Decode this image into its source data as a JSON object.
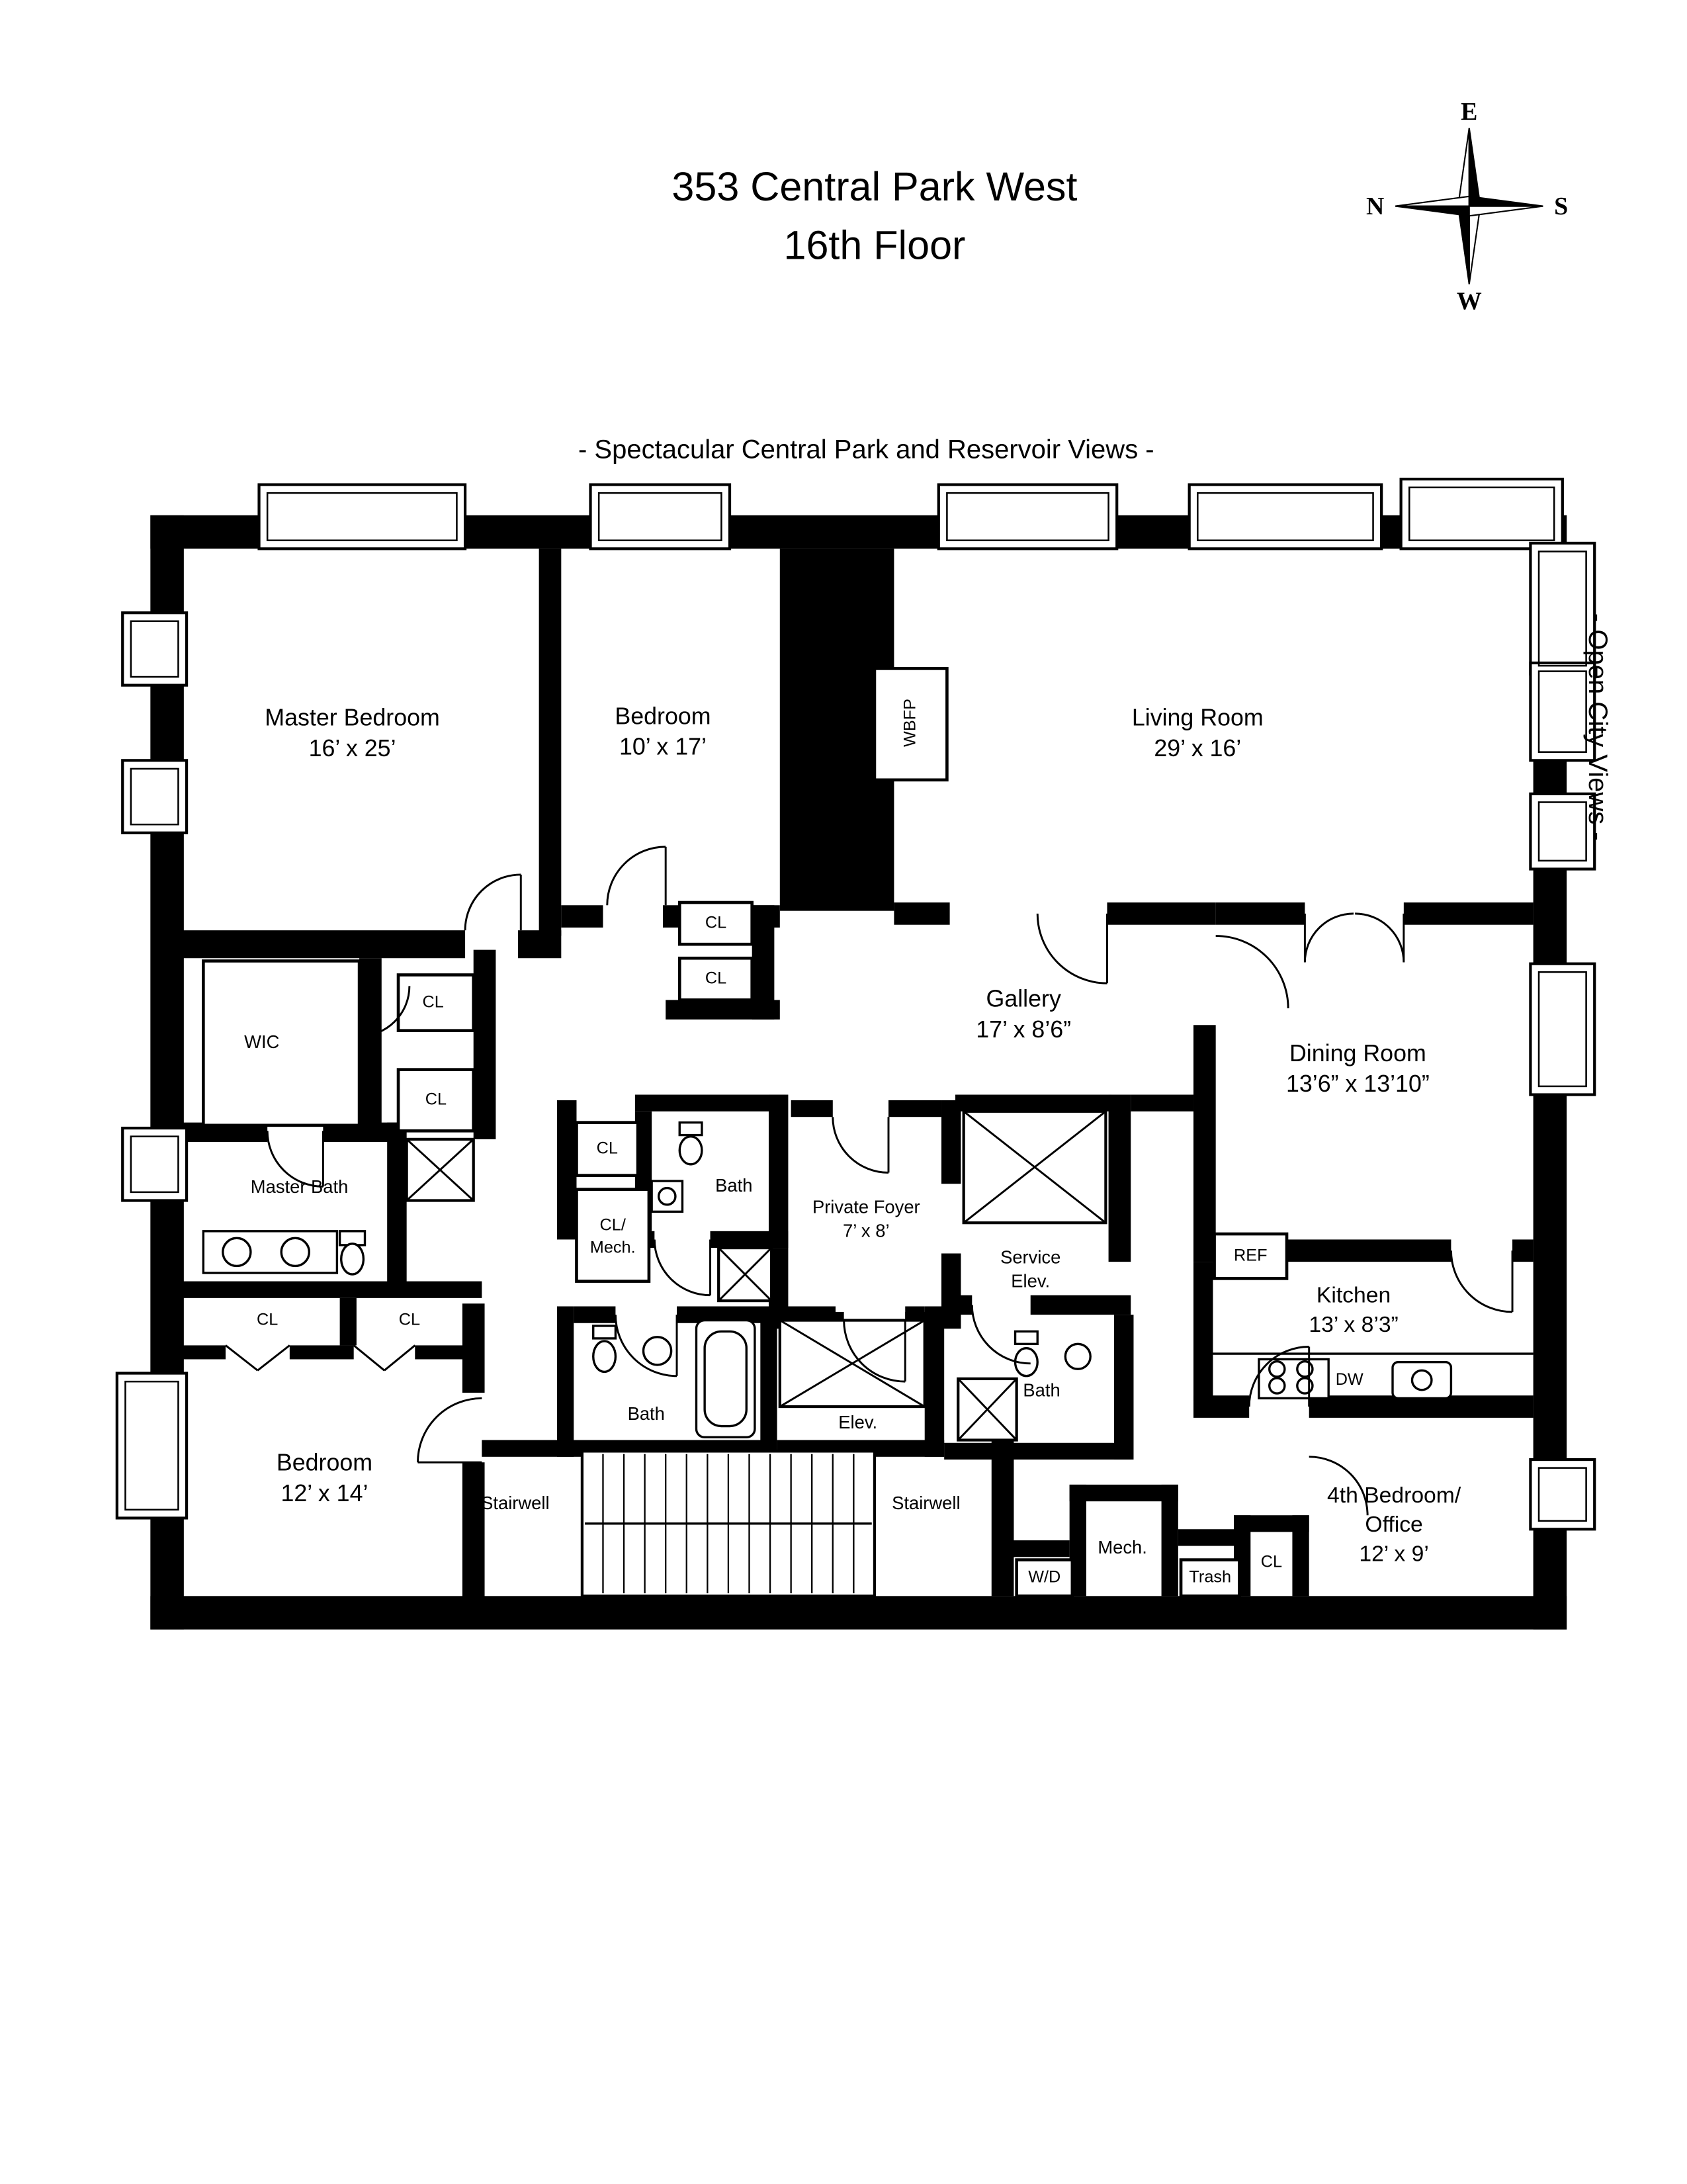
{
  "header": {
    "title_line1": "353 Central Park West",
    "title_line2": "16th Floor"
  },
  "subtitle": "- Spectacular Central Park and Reservoir Views -",
  "side_note": "- Open City Views -",
  "compass": {
    "top": "E",
    "left": "N",
    "right": "S",
    "bottom": "W"
  },
  "rooms": {
    "master_bedroom": {
      "name": "Master Bedroom",
      "dims": "16’ x 25’"
    },
    "bedroom2": {
      "name": "Bedroom",
      "dims": "10’ x 17’"
    },
    "living_room": {
      "name": "Living Room",
      "dims": "29’ x 16’"
    },
    "gallery": {
      "name": "Gallery",
      "dims": "17’ x 8’6”"
    },
    "dining_room": {
      "name": "Dining Room",
      "dims": "13’6” x 13’10”"
    },
    "kitchen": {
      "name": "Kitchen",
      "dims": "13’ x 8’3”"
    },
    "private_foyer": {
      "name": "Private Foyer",
      "dims": "7’ x 8’"
    },
    "bedroom3": {
      "name": "Bedroom",
      "dims": "12’ x 14’"
    },
    "bedroom4": {
      "name_line1": "4th Bedroom/",
      "name_line2": "Office",
      "dims": "12’ x 9’"
    }
  },
  "labels": {
    "wic": "WIC",
    "cl": "CL",
    "cl_mech": {
      "line1": "CL/",
      "line2": "Mech."
    },
    "master_bath": "Master Bath",
    "bath": "Bath",
    "service_elev": {
      "line1": "Service",
      "line2": "Elev."
    },
    "elev": "Elev.",
    "stairwell": "Stairwell",
    "ref": "REF",
    "dw": "DW",
    "wd": "W/D",
    "mech": "Mech.",
    "trash": "Trash",
    "wbfp": "WBFP"
  }
}
